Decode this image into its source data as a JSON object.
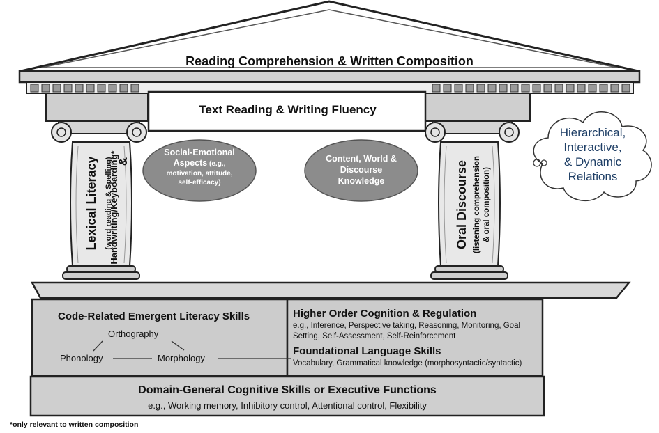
{
  "roof": {
    "title": "Reading Comprehension & Written Composition"
  },
  "beam": {
    "title": "Text Reading & Writing Fluency"
  },
  "left_pillar": {
    "title": "Lexical Literacy",
    "sub": "(word reading & Spelling)",
    "amp": "&",
    "sub2": "Handwriting/Keyboarding*"
  },
  "right_pillar": {
    "title": "Oral Discourse",
    "sub1": "(listening comprehension",
    "sub2": "& oral composition)"
  },
  "social_oval": {
    "line1": "Social-Emotional",
    "line2a": "Aspects",
    "line2b": " (e.g.,",
    "line3": "motivation, attitude,",
    "line4": "self-efficacy)"
  },
  "content_oval": {
    "line1": "Content, World &",
    "line2": "Discourse",
    "line3": "Knowledge"
  },
  "cloud": {
    "line1": "Hierarchical,",
    "line2": "Interactive,",
    "line3": "& Dynamic",
    "line4": "Relations"
  },
  "code_related": {
    "title": "Code-Related Emergent Literacy Skills",
    "orthography": "Orthography",
    "phonology": "Phonology",
    "morphology": "Morphology"
  },
  "higher_order": {
    "title": "Higher Order Cognition & Regulation",
    "desc1": "e.g., Inference, Perspective taking, Reasoning, Monitoring, Goal",
    "desc2": "Setting, Self-Assessment, Self-Reinforcement"
  },
  "foundational": {
    "title": "Foundational Language Skills",
    "desc": "Vocabulary, Grammatical knowledge (morphosyntactic/syntactic)"
  },
  "domain_general": {
    "title": "Domain-General Cognitive Skills or Executive Functions",
    "desc": "e.g., Working memory, Inhibitory control, Attentional control, Flexibility"
  },
  "footnote": "*only relevant to written composition",
  "colors": {
    "stone": "#c9c9c9",
    "stone_dark": "#9a9a9a",
    "stone_light": "#e6e6e6",
    "oval": "#8c8c8c",
    "cloud_text": "#1f3f66"
  }
}
